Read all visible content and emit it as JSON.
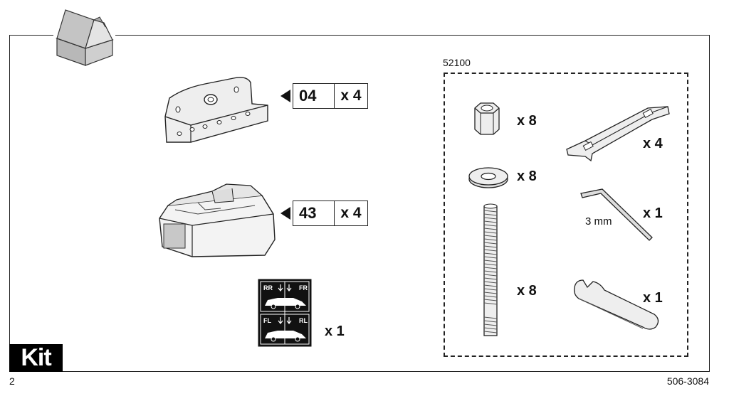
{
  "page": {
    "number": "2",
    "doc_number": "506-3084",
    "kit_label": "Kit"
  },
  "parts": [
    {
      "code": "04",
      "qty": "x 4",
      "icon": "bracket-plate-icon"
    },
    {
      "code": "43",
      "qty": "x 4",
      "icon": "foot-pad-icon"
    }
  ],
  "sticker": {
    "qty": "x 1",
    "labels": [
      "RR",
      "FR",
      "FL",
      "RL"
    ],
    "icon": "position-sticker-icon"
  },
  "kit_box": {
    "code": "52100",
    "items": [
      {
        "icon": "hex-nut-icon",
        "qty": "x 8"
      },
      {
        "icon": "washer-icon",
        "qty": "x 8"
      },
      {
        "icon": "threaded-rod-icon",
        "qty": "x 8"
      },
      {
        "icon": "clamp-strap-icon",
        "qty": "x 4"
      },
      {
        "icon": "allen-key-icon",
        "qty": "x 1",
        "size_label": "3 mm"
      },
      {
        "icon": "spanner-tool-icon",
        "qty": "x 1"
      }
    ]
  }
}
